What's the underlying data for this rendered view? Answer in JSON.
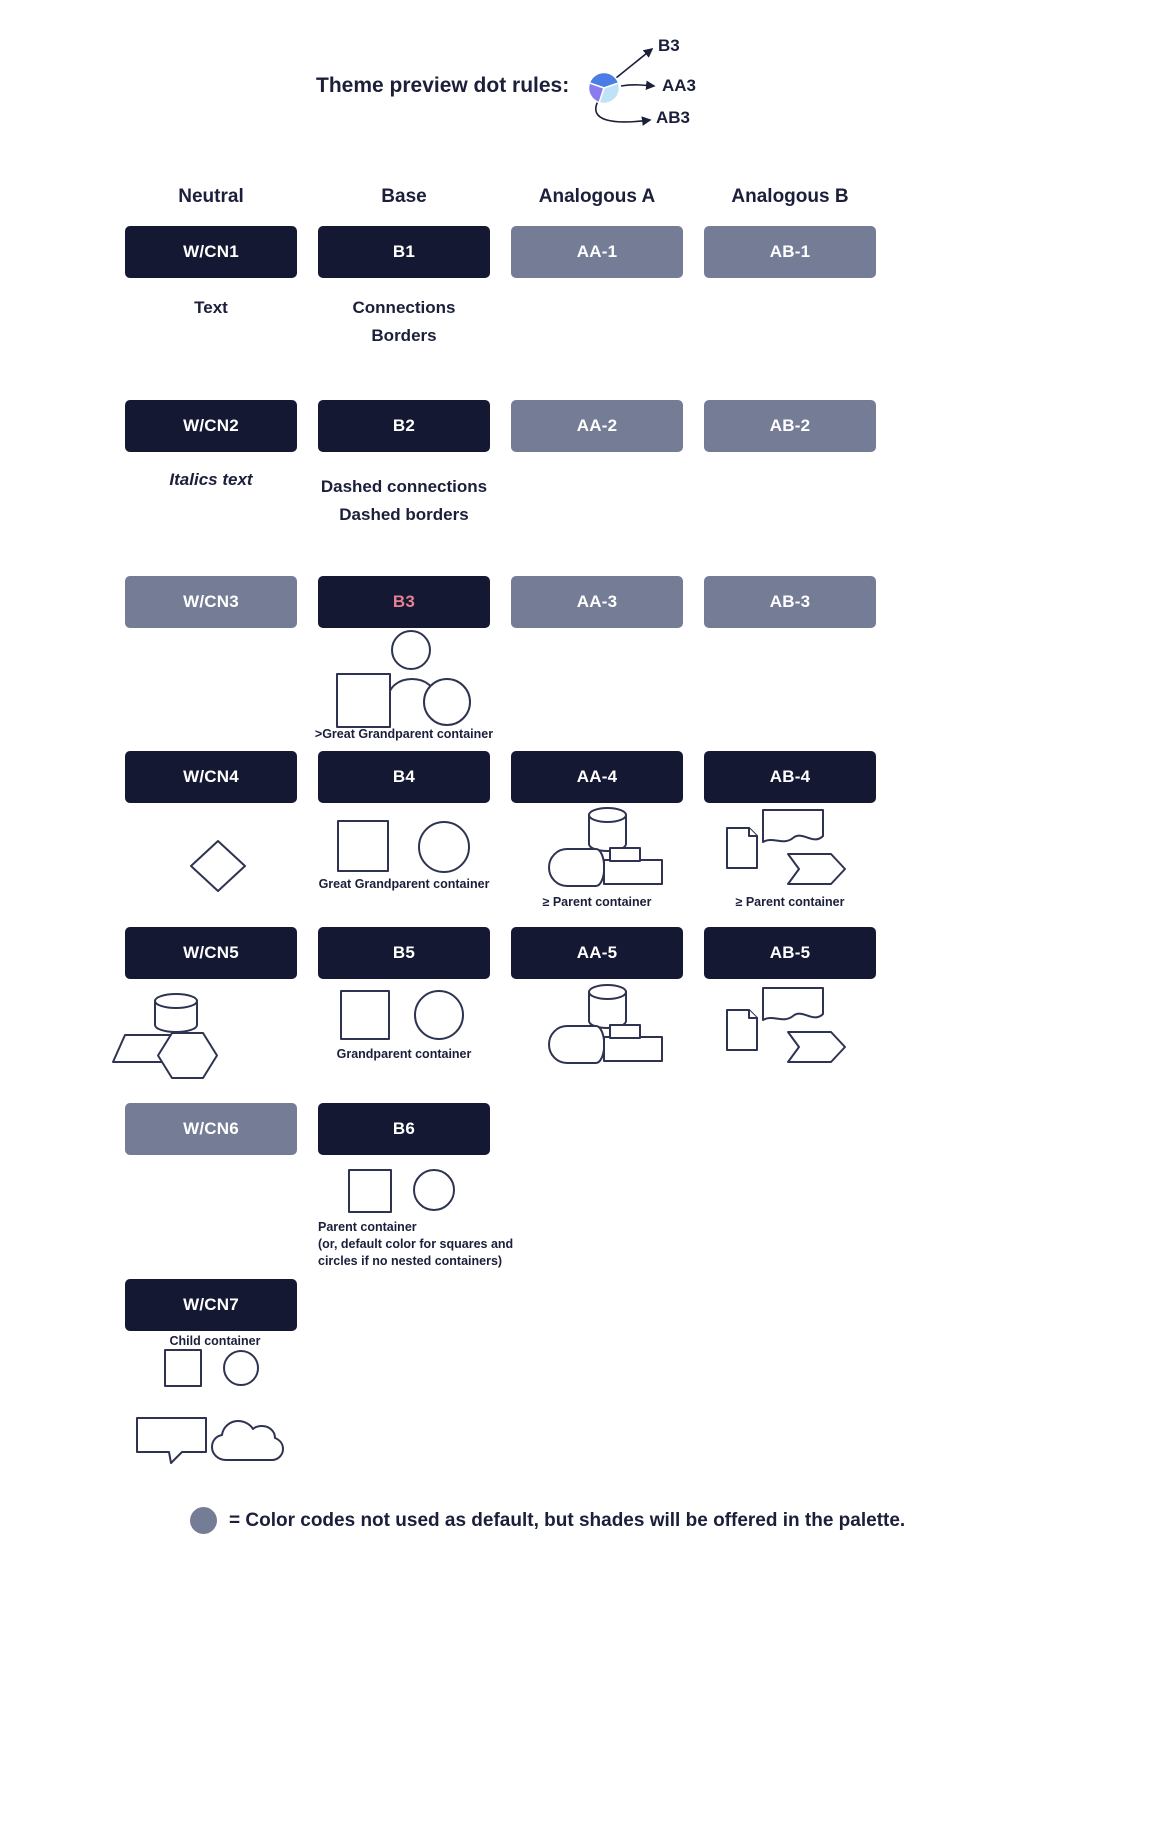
{
  "header": {
    "title": "Theme preview dot rules:",
    "dot_labels": {
      "b3": "B3",
      "aa3": "AA3",
      "ab3": "AB3"
    }
  },
  "columns": {
    "neutral": "Neutral",
    "base": "Base",
    "analogous_a": "Analogous A",
    "analogous_b": "Analogous B"
  },
  "swatches": {
    "wcn1": "W/CN1",
    "wcn2": "W/CN2",
    "wcn3": "W/CN3",
    "wcn4": "W/CN4",
    "wcn5": "W/CN5",
    "wcn6": "W/CN6",
    "wcn7": "W/CN7",
    "b1": "B1",
    "b2": "B2",
    "b3": "B3",
    "b4": "B4",
    "b5": "B5",
    "b6": "B6",
    "aa1": "AA-1",
    "aa2": "AA-2",
    "aa3": "AA-3",
    "aa4": "AA-4",
    "aa5": "AA-5",
    "ab1": "AB-1",
    "ab2": "AB-2",
    "ab3": "AB-3",
    "ab4": "AB-4",
    "ab5": "AB-5"
  },
  "annotations": {
    "neutral_text": "Text",
    "base_connections": "Connections",
    "base_borders": "Borders",
    "neutral_italics": "Italics text",
    "base_dashed_connections": "Dashed connections",
    "base_dashed_borders": "Dashed borders",
    "b3_note": ">Great Grandparent container",
    "b4_note": "Great Grandparent container",
    "aa4_note": "≥  Parent container",
    "ab4_note": "≥ Parent container",
    "b5_note": "Grandparent container",
    "b6_note_title": "Parent container",
    "b6_note_line1": "(or, default color for squares and",
    "b6_note_line2": "circles if no nested containers)",
    "wcn7_note": "Child container"
  },
  "footer": {
    "note": "= Color codes not used as default, but shades will be offered in the palette."
  },
  "colors": {
    "dark": "#141832",
    "gray": "#757d96",
    "accent_pink": "#e87f92",
    "shape_outline": "#2e3352",
    "dot_blue": "#4a7de5",
    "dot_purple": "#8a7cf0",
    "dot_lightblue": "#bfe3f6"
  }
}
